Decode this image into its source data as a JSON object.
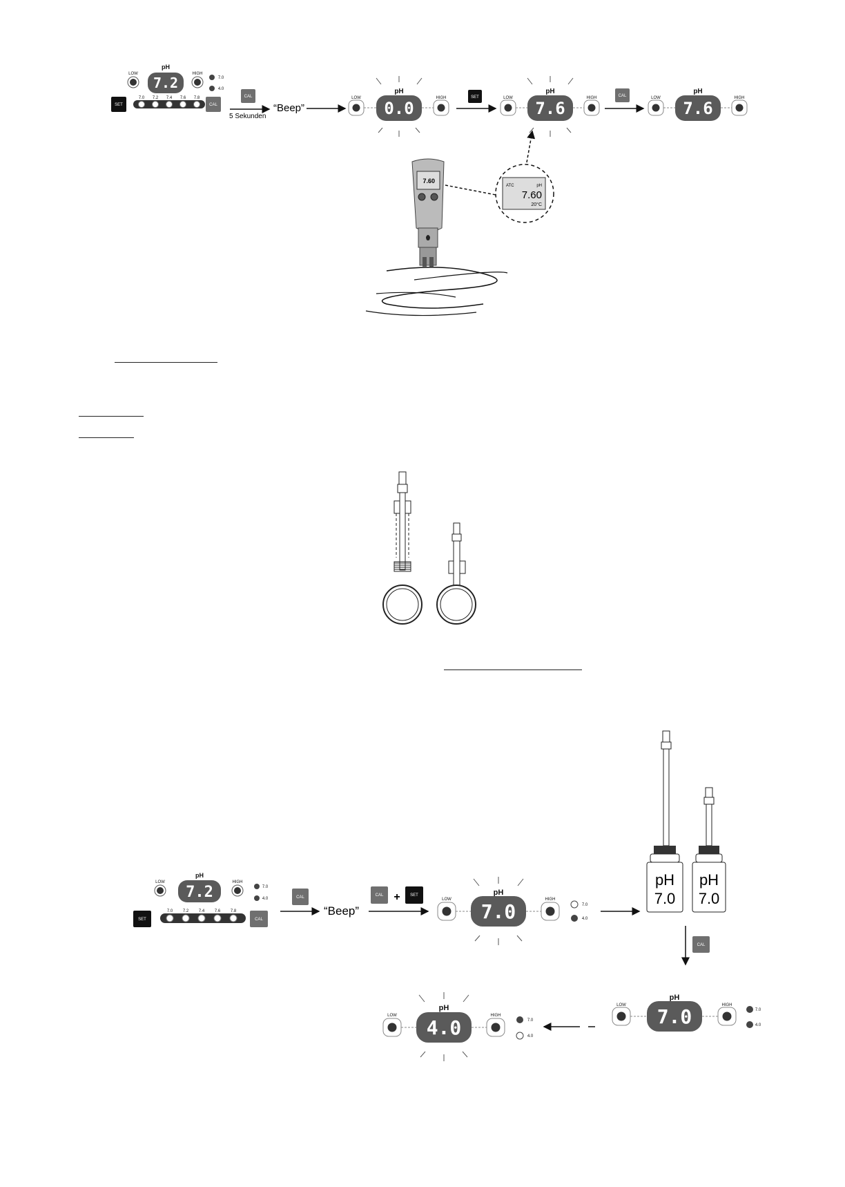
{
  "labels": {
    "ph": "pH",
    "low": "LOW",
    "high": "HIGH",
    "set": "SET",
    "cal": "CAL",
    "ph_scale": [
      "7.0",
      "7.2",
      "7.4",
      "7.6",
      "7.8"
    ],
    "cal_points": [
      "7.0",
      "4.0"
    ]
  },
  "step1": {
    "duration": "5 Sekunden",
    "beep": "“Beep”",
    "displays": [
      "7.2",
      "0.0",
      "7.6",
      "7.6"
    ]
  },
  "meter_screen": {
    "atc": "ATC",
    "unit": "pH",
    "value": "7.60",
    "temp": "20°C"
  },
  "step2": {
    "beep": "“Beep”",
    "plus": "+",
    "displays": [
      "7.2",
      "7.0",
      "7.0",
      "4.0"
    ],
    "bottle_ph": "pH",
    "bottle_value": "7.0"
  },
  "colors": {
    "display_body": "#5a5a5a",
    "segment": "#ffffff",
    "set_button": "#111111",
    "cal_button": "#6f6f6f"
  }
}
